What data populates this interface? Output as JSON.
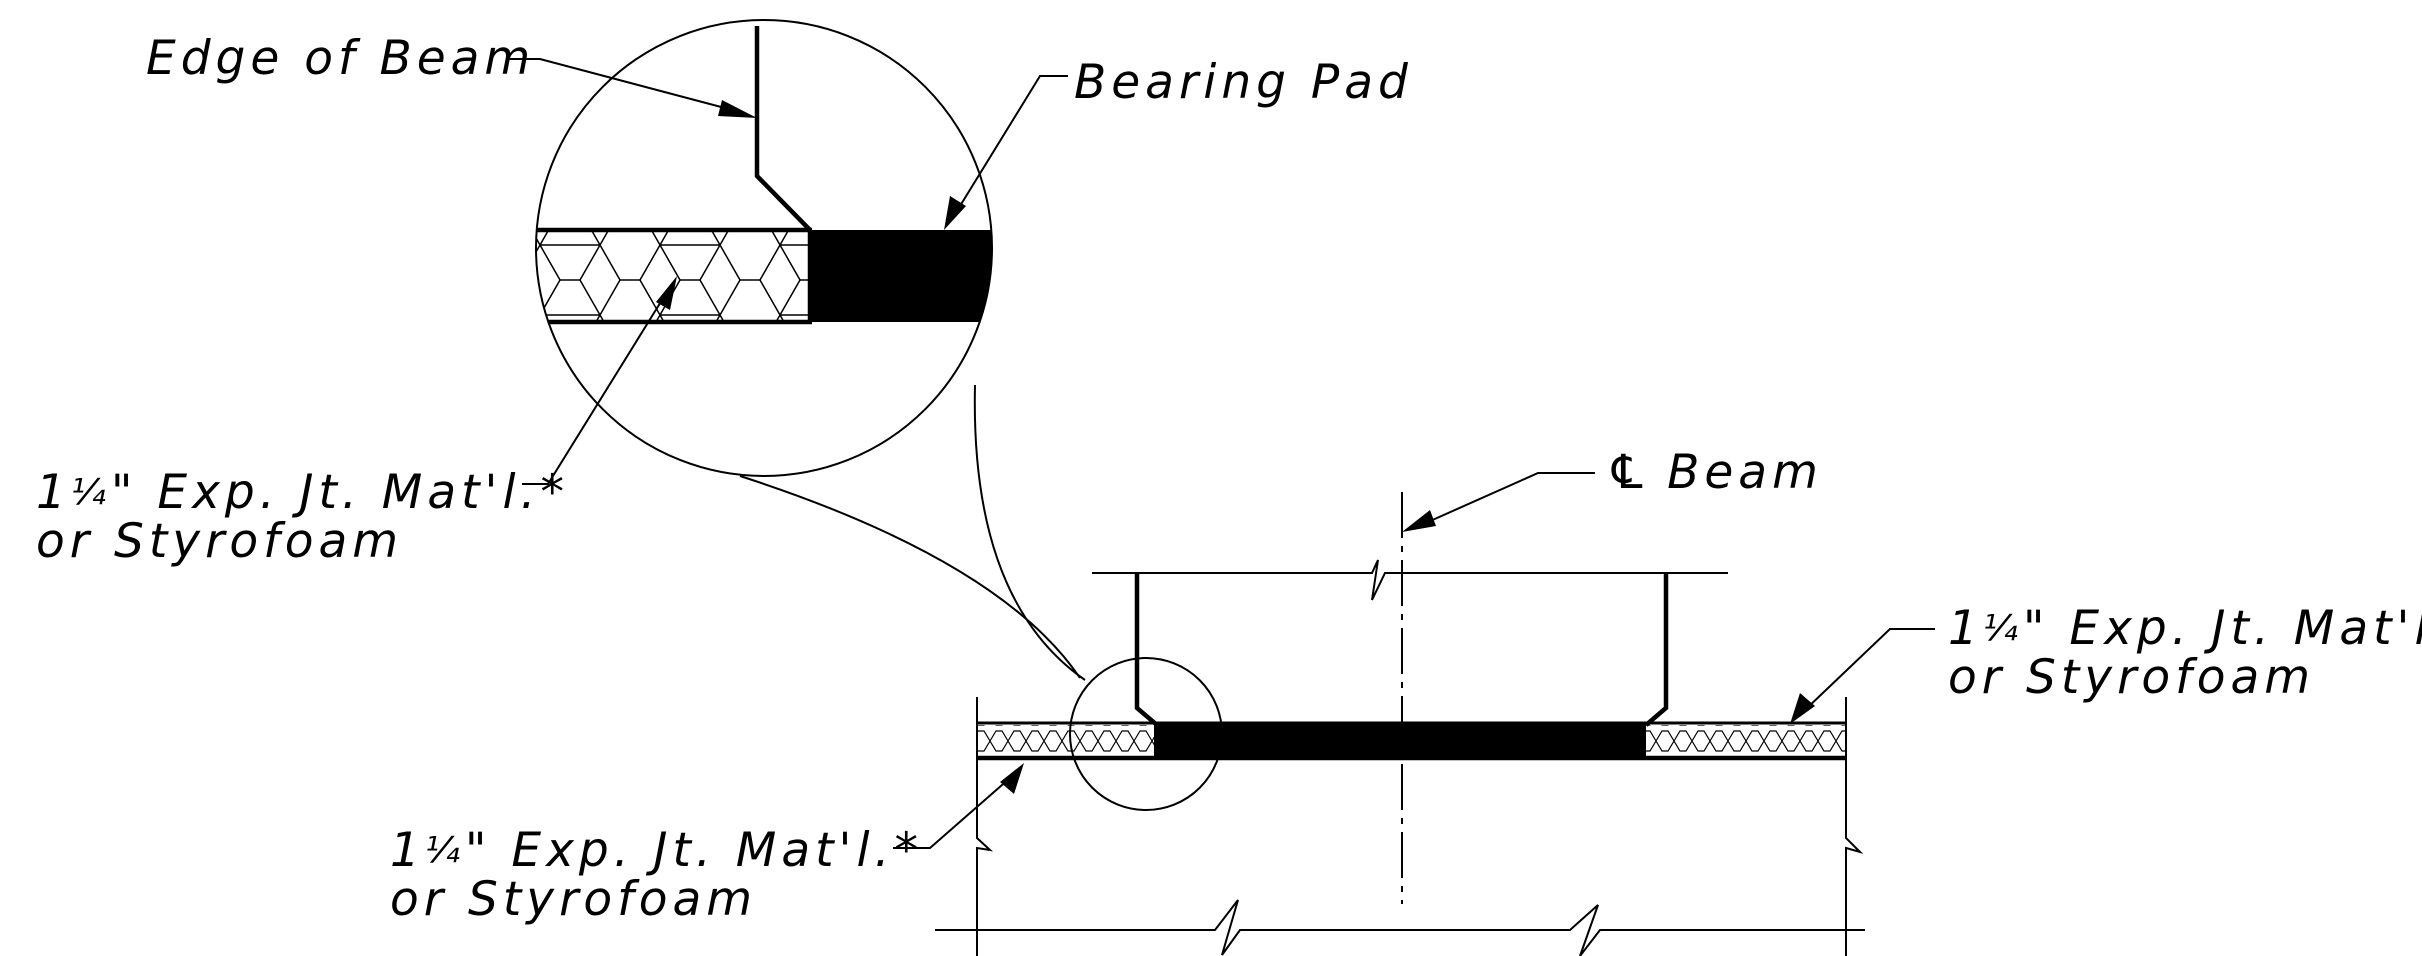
{
  "labels": {
    "edge_of_beam": "Edge of Beam",
    "bearing_pad": "Bearing Pad",
    "centerline_symbol": "℄",
    "centerline_text": "Beam",
    "exp_jt_size_whole": "1",
    "exp_jt_size_frac": "¼",
    "exp_jt_rest": "\" Exp. Jt. Mat'l.*",
    "exp_jt_line2": "or Styrofoam"
  },
  "colors": {
    "line": "#000000",
    "background": "#ffffff",
    "pad_fill": "#000000"
  }
}
